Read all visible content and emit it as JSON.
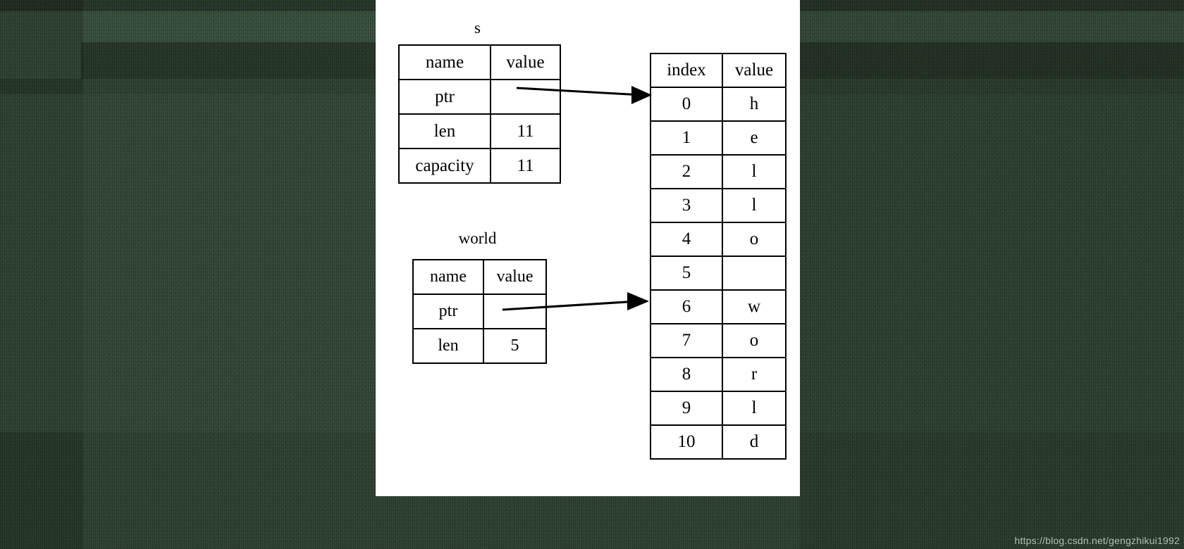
{
  "figure": {
    "title_s": "s",
    "title_world": "world",
    "background_color": "#4e6d53",
    "panel_color": "#ffffff",
    "stroke_color": "#000000"
  },
  "s_struct": {
    "label": "s",
    "headers": [
      "name",
      "value"
    ],
    "rows": [
      {
        "name": "ptr",
        "value": ""
      },
      {
        "name": "len",
        "value": "11"
      },
      {
        "name": "capacity",
        "value": "11"
      }
    ]
  },
  "world_struct": {
    "label": "world",
    "headers": [
      "name",
      "value"
    ],
    "rows": [
      {
        "name": "ptr",
        "value": ""
      },
      {
        "name": "len",
        "value": "5"
      }
    ]
  },
  "bytes_table": {
    "headers": [
      "index",
      "value"
    ],
    "rows": [
      {
        "index": "0",
        "value": "h"
      },
      {
        "index": "1",
        "value": "e"
      },
      {
        "index": "2",
        "value": "l"
      },
      {
        "index": "3",
        "value": "l"
      },
      {
        "index": "4",
        "value": "o"
      },
      {
        "index": "5",
        "value": ""
      },
      {
        "index": "6",
        "value": "w"
      },
      {
        "index": "7",
        "value": "o"
      },
      {
        "index": "8",
        "value": "r"
      },
      {
        "index": "9",
        "value": "l"
      },
      {
        "index": "10",
        "value": "d"
      }
    ]
  },
  "arrows": [
    {
      "name": "s-ptr-arrow",
      "from": "s.ptr",
      "to": "bytes index 0"
    },
    {
      "name": "world-ptr-arrow",
      "from": "world.ptr",
      "to": "bytes index 6"
    }
  ],
  "watermark": {
    "text": "https://blog.csdn.net/gengzhikui1992"
  }
}
